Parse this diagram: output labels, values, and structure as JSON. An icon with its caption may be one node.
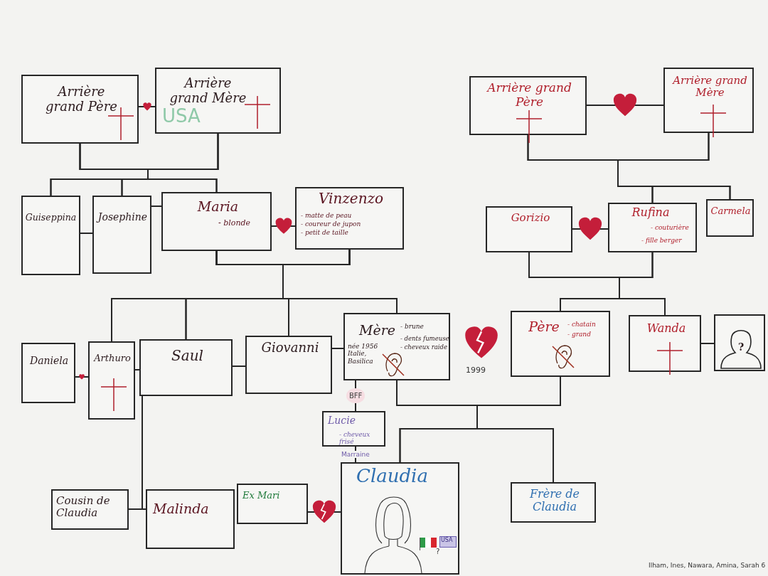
{
  "diagram": {
    "nodes": [
      {
        "text": [
          "Arrière grand Père"
        ]
      },
      {
        "text": [
          "Arrière grand Mère",
          "USA"
        ]
      },
      {
        "text": [
          "Guiseppina"
        ]
      },
      {
        "text": [
          "Josephine"
        ]
      },
      {
        "text": [
          "Maria",
          "- blonde"
        ]
      },
      {
        "text": [
          "Vinzenzo",
          "- matte de peau",
          "- coureur de jupon",
          "- petit de taille"
        ]
      },
      {
        "text": [
          "Arrière grand Père"
        ]
      },
      {
        "text": [
          "Arrière grand Mère"
        ]
      },
      {
        "text": [
          "Gorizio"
        ]
      },
      {
        "text": [
          "Rufina",
          "- couturière",
          "- fille berger"
        ]
      },
      {
        "text": [
          "Carmela"
        ]
      },
      {
        "text": [
          "Daniela"
        ]
      },
      {
        "text": [
          "Arthuro"
        ]
      },
      {
        "text": [
          "Saul"
        ]
      },
      {
        "text": [
          "Giovanni"
        ]
      },
      {
        "text": [
          "Mère",
          "née 1956 Italie, Basilica",
          "- brune",
          "- dents fumeuse",
          "- cheveux raide"
        ]
      },
      {
        "text": [
          "Père",
          "- chatain",
          "- grand"
        ]
      },
      {
        "text": [
          "Wanda"
        ]
      },
      {
        "text": [
          "?"
        ]
      },
      {
        "text": [
          "Lucie",
          "- cheveux frisé"
        ]
      },
      {
        "text": [
          "Cousin de Claudia"
        ]
      },
      {
        "text": [
          "Malinda"
        ]
      },
      {
        "text": [
          "Ex Mari"
        ]
      },
      {
        "text": [
          "Claudia"
        ]
      },
      {
        "text": [
          "Frère de Claudia"
        ]
      }
    ],
    "edges": [
      {
        "from": 0,
        "to": 1,
        "arrow": "none"
      },
      {
        "from": 0,
        "to": 2,
        "arrow": "none"
      },
      {
        "from": 0,
        "to": 3,
        "arrow": "none"
      },
      {
        "from": 0,
        "to": 4,
        "arrow": "none"
      },
      {
        "from": 1,
        "to": 2,
        "arrow": "none"
      },
      {
        "from": 1,
        "to": 3,
        "arrow": "none"
      },
      {
        "from": 1,
        "to": 4,
        "arrow": "none"
      },
      {
        "from": 4,
        "to": 5,
        "arrow": "none"
      },
      {
        "from": 4,
        "to": 12,
        "arrow": "none"
      },
      {
        "from": 4,
        "to": 13,
        "arrow": "none"
      },
      {
        "from": 4,
        "to": 14,
        "arrow": "none"
      },
      {
        "from": 4,
        "to": 15,
        "arrow": "none"
      },
      {
        "from": 5,
        "to": 12,
        "arrow": "none"
      },
      {
        "from": 5,
        "to": 13,
        "arrow": "none"
      },
      {
        "from": 5,
        "to": 14,
        "arrow": "none"
      },
      {
        "from": 5,
        "to": 15,
        "arrow": "none"
      },
      {
        "from": 6,
        "to": 7,
        "arrow": "none"
      },
      {
        "from": 6,
        "to": 9,
        "arrow": "none"
      },
      {
        "from": 6,
        "to": 10,
        "arrow": "none"
      },
      {
        "from": 7,
        "to": 9,
        "arrow": "none"
      },
      {
        "from": 7,
        "to": 10,
        "arrow": "none"
      },
      {
        "from": 8,
        "to": 9,
        "arrow": "none"
      },
      {
        "from": 8,
        "to": 16,
        "arrow": "none"
      },
      {
        "from": 8,
        "to": 17,
        "arrow": "none"
      },
      {
        "from": 9,
        "to": 16,
        "arrow": "none"
      },
      {
        "from": 9,
        "to": 17,
        "arrow": "none"
      },
      {
        "from": 17,
        "to": 18,
        "arrow": "none"
      },
      {
        "from": 11,
        "to": 12,
        "arrow": "none"
      },
      {
        "from": 13,
        "to": 20,
        "arrow": "none"
      },
      {
        "from": 13,
        "to": 21,
        "arrow": "none"
      },
      {
        "from": 22,
        "to": 23,
        "arrow": "none"
      },
      {
        "from": 15,
        "to": 19,
        "arrow": "none",
        "label": "BFF"
      },
      {
        "from": 19,
        "to": 23,
        "arrow": "none",
        "label": "Marraine"
      },
      {
        "from": 15,
        "to": 23,
        "arrow": "none"
      },
      {
        "from": 15,
        "to": 24,
        "arrow": "none"
      },
      {
        "from": 16,
        "to": 23,
        "arrow": "none"
      },
      {
        "from": 16,
        "to": 24,
        "arrow": "none"
      },
      {
        "from": 12,
        "to": 13,
        "arrow": "none"
      },
      {
        "from": 13,
        "to": 14,
        "arrow": "none"
      },
      {
        "from": 14,
        "to": 15,
        "arrow": "none"
      },
      {
        "from": 2,
        "to": 3,
        "arrow": "none"
      },
      {
        "from": 3,
        "to": 4,
        "arrow": "none"
      }
    ],
    "labels": [
      "1999",
      "?",
      "USA",
      "Ilham, Ines, Nawara, Amina, Sarah 6"
    ]
  }
}
